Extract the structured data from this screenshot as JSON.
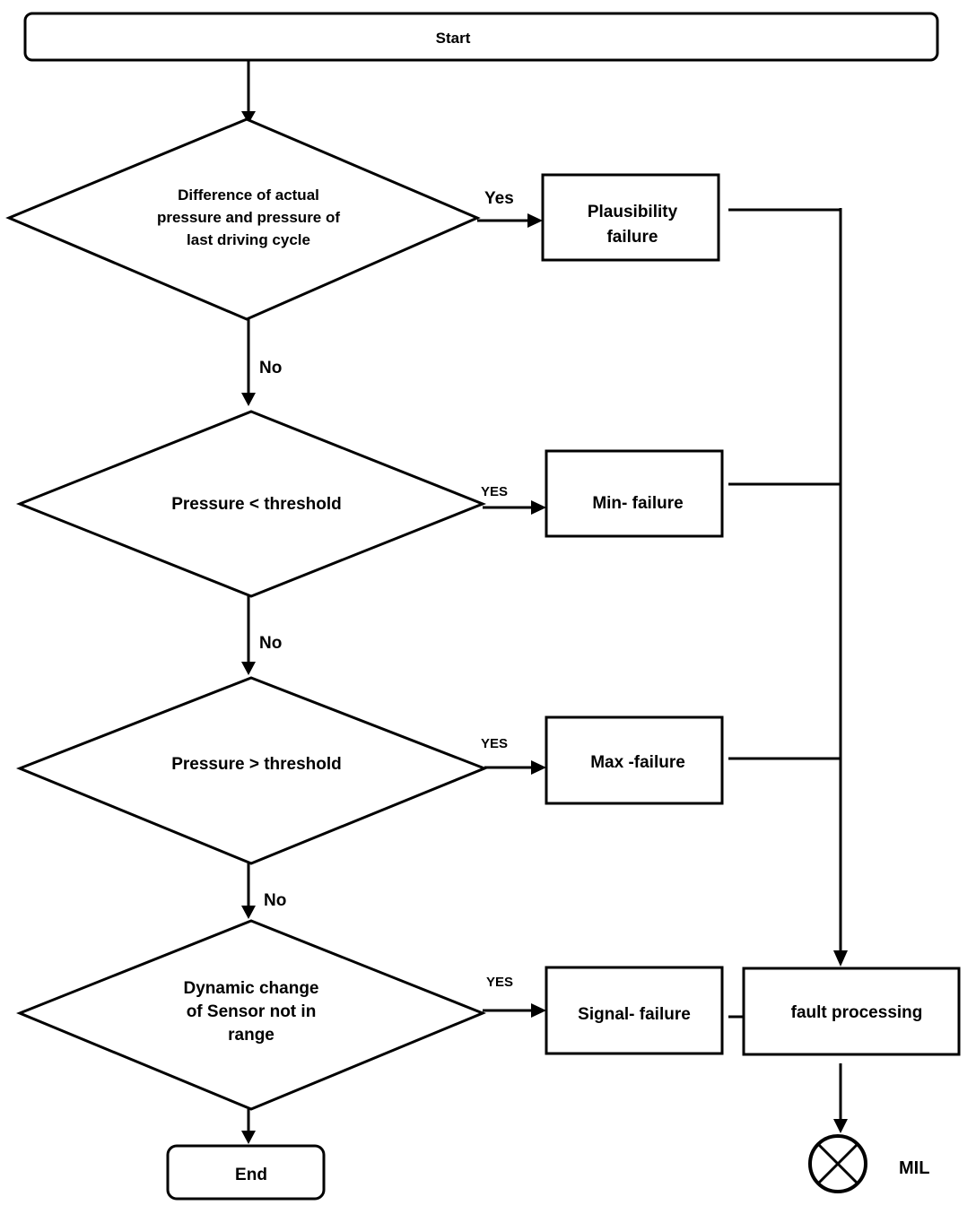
{
  "start": "Start",
  "end": "End",
  "decisions": {
    "d1": [
      "Difference of  actual",
      "pressure and pressure of",
      "last driving cycle"
    ],
    "d2": "Pressure < threshold",
    "d3": "Pressure > threshold",
    "d4": [
      "Dynamic change",
      "of Sensor not in",
      "range"
    ]
  },
  "outcomes": {
    "o1": [
      "Plausibility",
      "failure"
    ],
    "o2": "Min- failure",
    "o3": "Max -failure",
    "o4": "Signal- failure",
    "fault": "fault processing"
  },
  "edge_labels": {
    "yes1": "Yes",
    "yes2": "YES",
    "yes3": "YES",
    "yes4": "YES",
    "no1": "No",
    "no2": "No",
    "no3": "No"
  },
  "lamp": {
    "label": "MIL",
    "icon": "lamp-cross-icon"
  }
}
